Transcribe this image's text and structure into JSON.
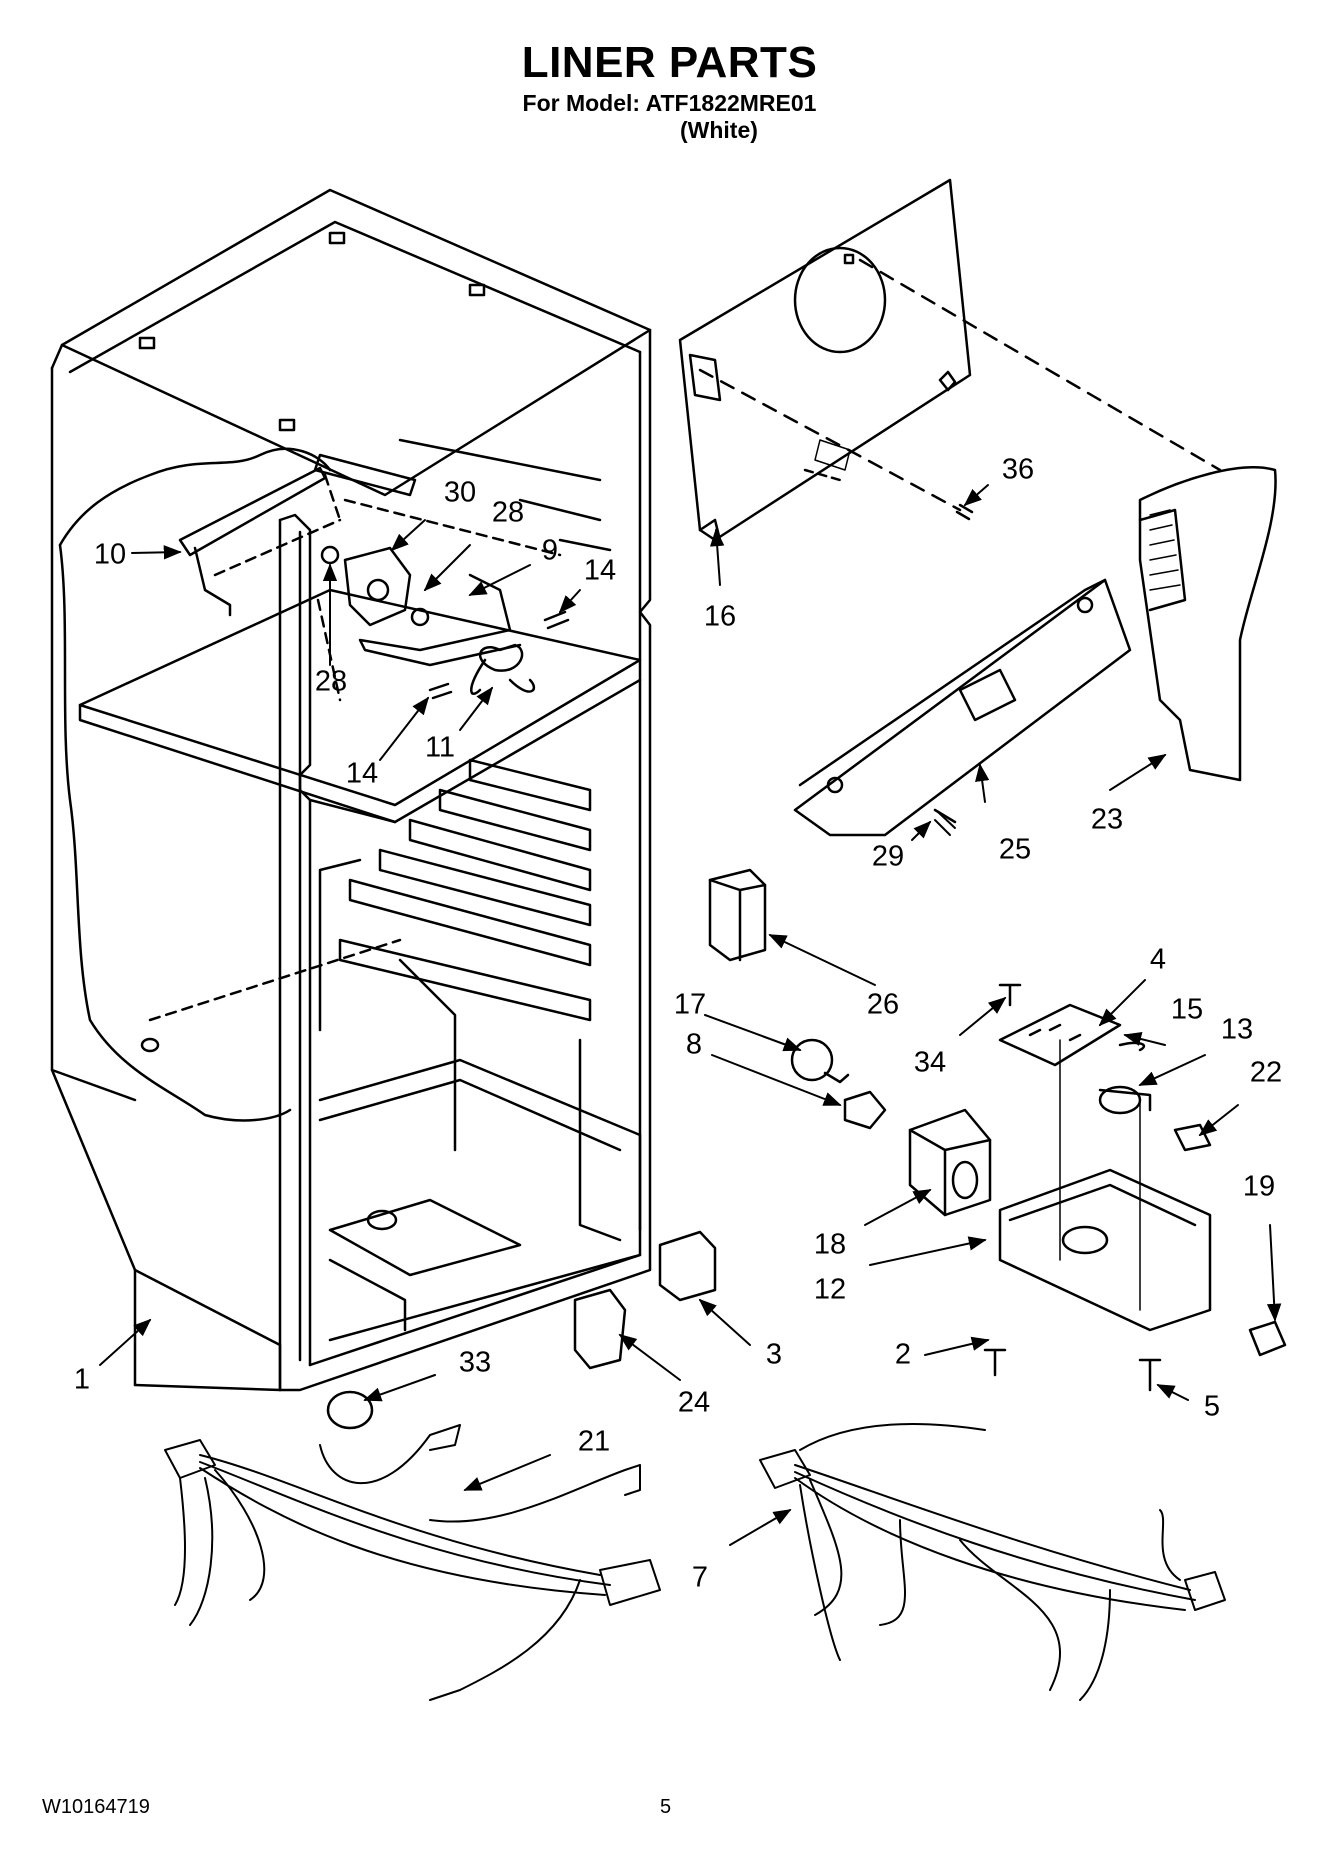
{
  "header": {
    "title": "LINER PARTS",
    "model_line": "For Model: ATF1822MRE01",
    "variant": "(White)"
  },
  "footer": {
    "doc_number": "W10164719",
    "page_number": "5"
  },
  "callouts": [
    {
      "id": "c1",
      "label": "1"
    },
    {
      "id": "c2",
      "label": "2"
    },
    {
      "id": "c3",
      "label": "3"
    },
    {
      "id": "c4",
      "label": "4"
    },
    {
      "id": "c5",
      "label": "5"
    },
    {
      "id": "c7",
      "label": "7"
    },
    {
      "id": "c8",
      "label": "8"
    },
    {
      "id": "c9",
      "label": "9"
    },
    {
      "id": "c10",
      "label": "10"
    },
    {
      "id": "c11",
      "label": "11"
    },
    {
      "id": "c12",
      "label": "12"
    },
    {
      "id": "c13",
      "label": "13"
    },
    {
      "id": "c14a",
      "label": "14"
    },
    {
      "id": "c14b",
      "label": "14"
    },
    {
      "id": "c15",
      "label": "15"
    },
    {
      "id": "c16",
      "label": "16"
    },
    {
      "id": "c17",
      "label": "17"
    },
    {
      "id": "c18",
      "label": "18"
    },
    {
      "id": "c19",
      "label": "19"
    },
    {
      "id": "c21",
      "label": "21"
    },
    {
      "id": "c22",
      "label": "22"
    },
    {
      "id": "c23",
      "label": "23"
    },
    {
      "id": "c24",
      "label": "24"
    },
    {
      "id": "c25",
      "label": "25"
    },
    {
      "id": "c26",
      "label": "26"
    },
    {
      "id": "c28a",
      "label": "28"
    },
    {
      "id": "c28b",
      "label": "28"
    },
    {
      "id": "c29",
      "label": "29"
    },
    {
      "id": "c30",
      "label": "30"
    },
    {
      "id": "c33",
      "label": "33"
    },
    {
      "id": "c34",
      "label": "34"
    },
    {
      "id": "c36",
      "label": "36"
    }
  ]
}
